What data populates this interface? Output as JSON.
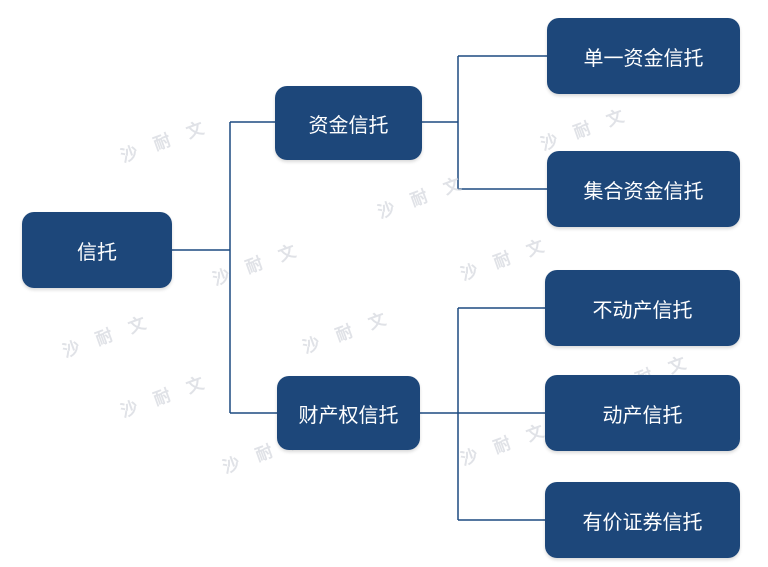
{
  "watermark": "沙 耐 文",
  "colors": {
    "node_fill": "#1d477a",
    "connector": "#1d4a80",
    "node_text": "#ffffff"
  },
  "diagram": {
    "root": "信托",
    "branches": [
      {
        "label": "资金信托",
        "children": [
          "单一资金信托",
          "集合资金信托"
        ]
      },
      {
        "label": "财产权信托",
        "children": [
          "不动产信托",
          "动产信托",
          "有价证券信托"
        ]
      }
    ]
  }
}
